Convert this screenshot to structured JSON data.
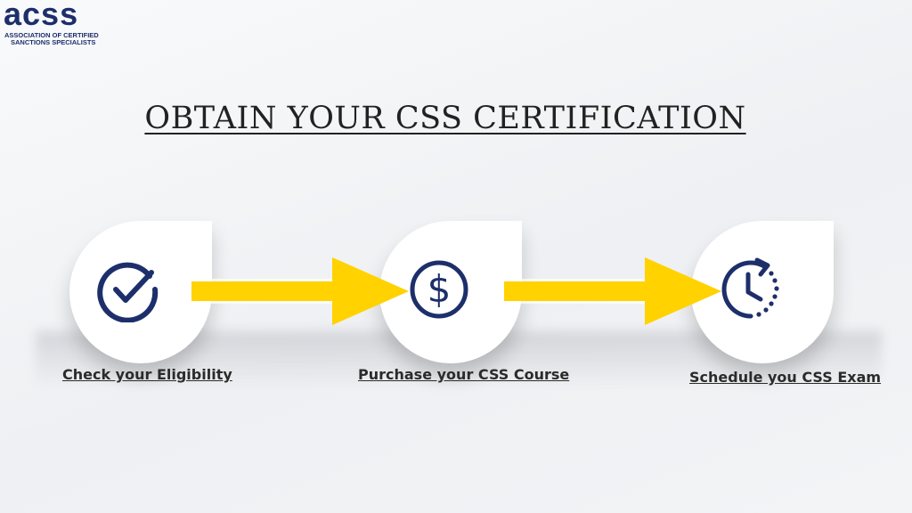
{
  "logo": {
    "word": "acss",
    "line1": "ASSOCIATION OF CERTIFIED",
    "line2": "SANCTIONS SPECIALISTS"
  },
  "title": "OBTAIN YOUR CSS CERTIFICATION",
  "steps": [
    {
      "icon": "checkmark-circle-icon",
      "label": "Check your Eligibility"
    },
    {
      "icon": "dollar-circle-icon",
      "label": "Purchase your CSS Course"
    },
    {
      "icon": "clock-history-icon",
      "label": "Schedule you CSS Exam"
    }
  ],
  "colors": {
    "navy": "#1d2f6b",
    "arrow": "#ffd200",
    "text": "#222222"
  }
}
